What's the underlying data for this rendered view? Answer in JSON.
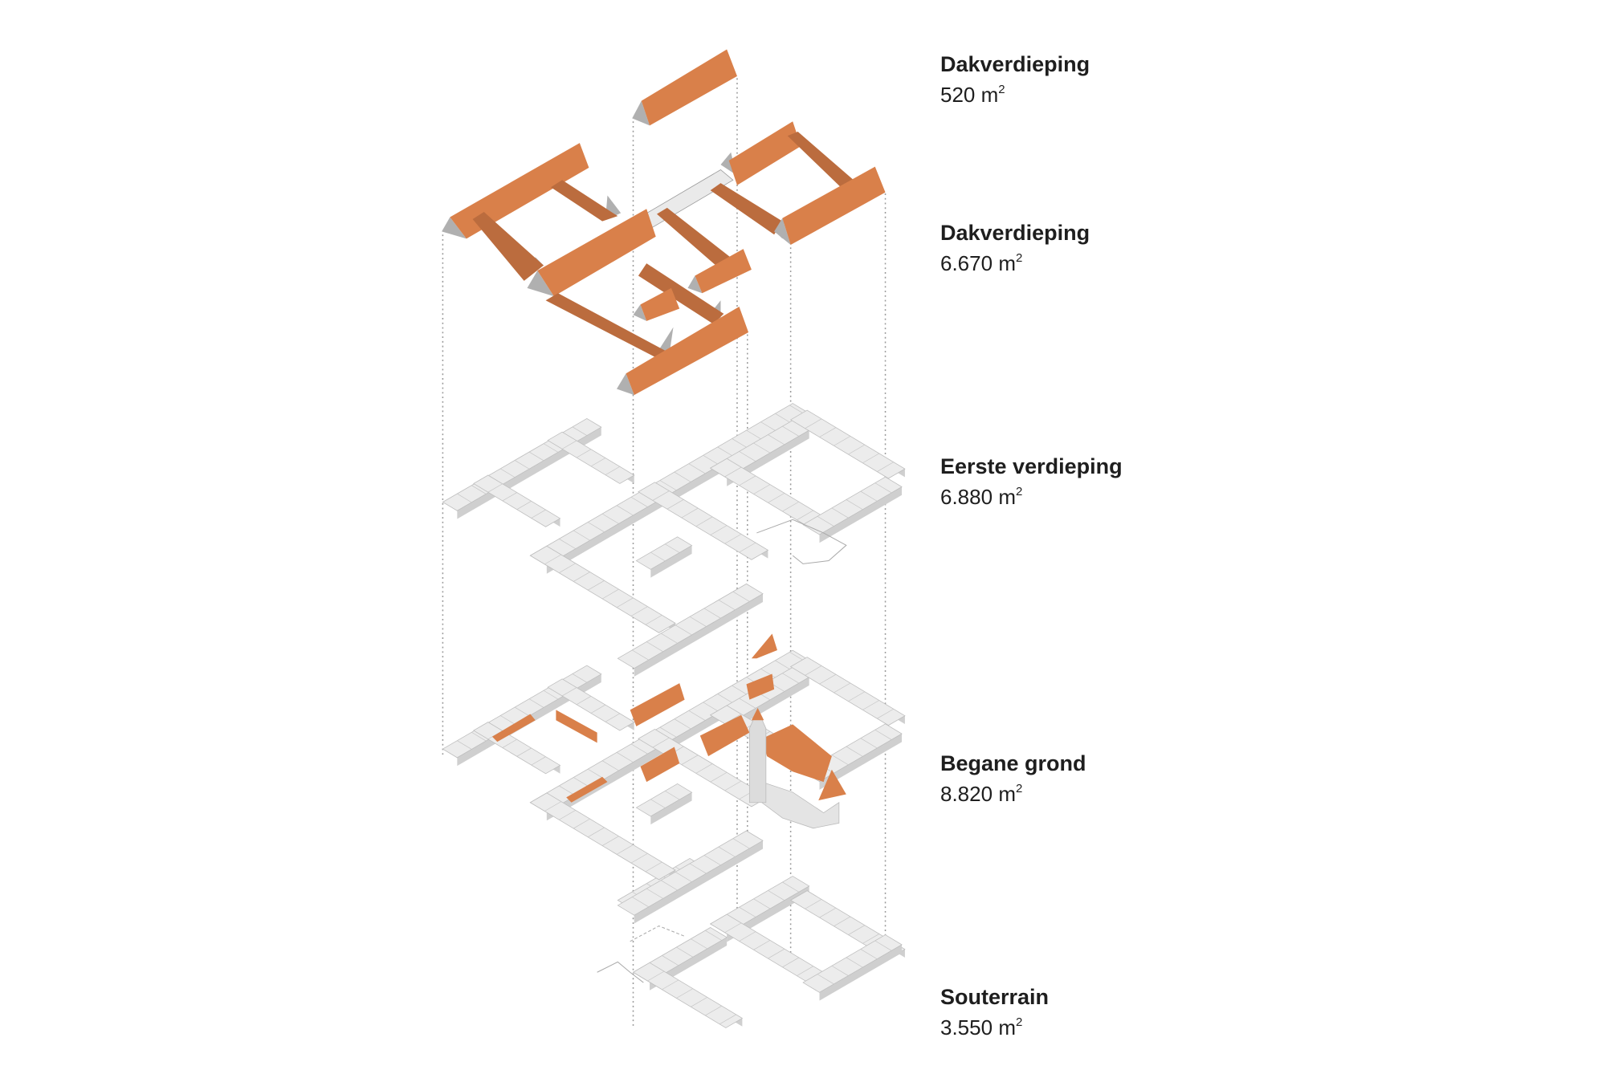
{
  "colors": {
    "roof_light": "#d9804a",
    "roof_dark": "#bb6c3e",
    "floor_top": "#ececec",
    "floor_side": "#cfcfcf",
    "gable": "#b0b0b0",
    "guide": "#999999"
  },
  "levels": [
    {
      "name": "Dakverdieping",
      "area": "520",
      "unit": "m",
      "exp": "2"
    },
    {
      "name": "Dakverdieping",
      "area": "6.670",
      "unit": "m",
      "exp": "2"
    },
    {
      "name": "Eerste verdieping",
      "area": "6.880",
      "unit": "m",
      "exp": "2"
    },
    {
      "name": "Begane grond",
      "area": "8.820",
      "unit": "m",
      "exp": "2"
    },
    {
      "name": "Souterrain",
      "area": "3.550",
      "unit": "m",
      "exp": "2"
    }
  ]
}
